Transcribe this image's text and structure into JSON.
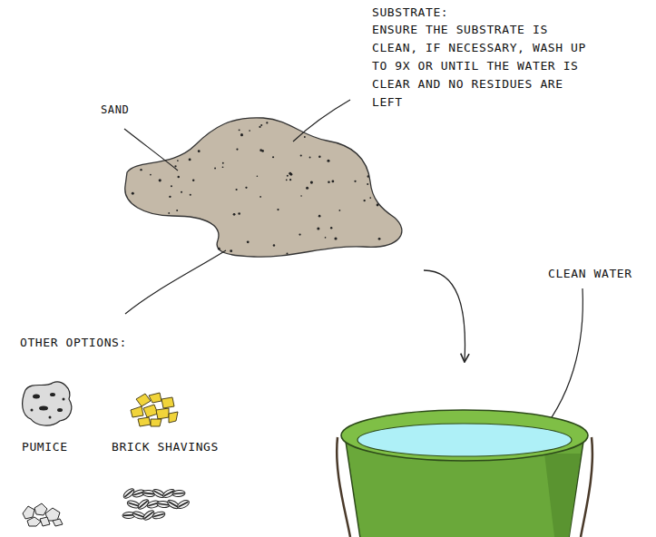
{
  "diagram": {
    "labels": [
      "SUBSTRATE:",
      "ENSURE THE SUBSTRATE IS CLEAN, IF NECESSARY, WASH UP TO 9X OR UNTIL THE WATER IS CLEAR AND NO RESIDUES ARE LEFT",
      "SAND",
      "CLEAN WATER",
      "OTHER OPTIONS:",
      "PUMICE",
      "BRICK SHAVINGS"
    ]
  }
}
